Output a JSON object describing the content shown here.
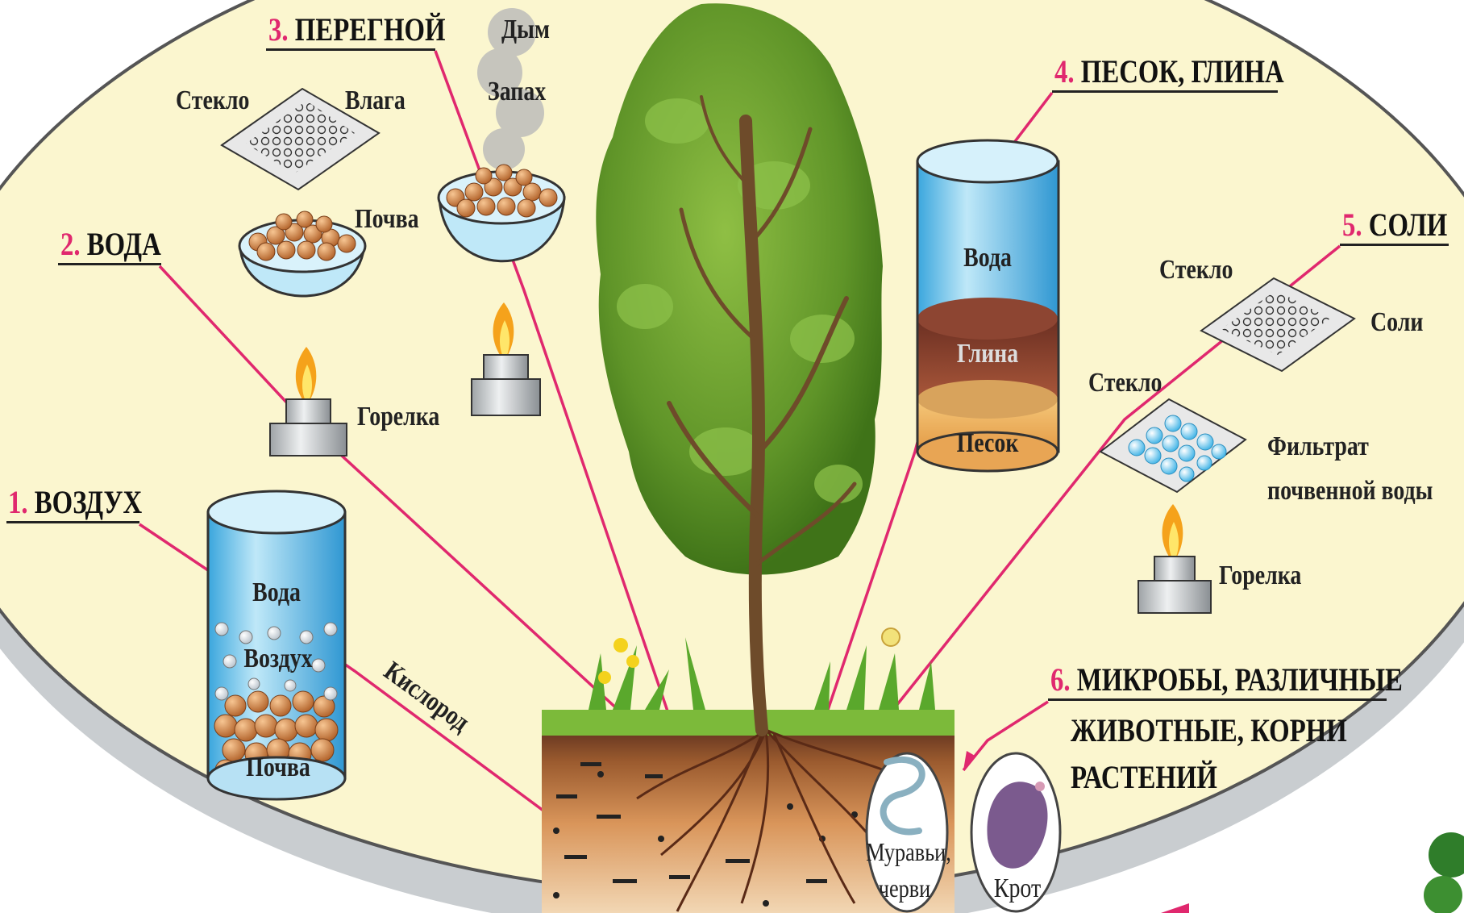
{
  "headings": {
    "air": {
      "num": "1.",
      "text": "ВОЗДУХ"
    },
    "water": {
      "num": "2.",
      "text": "ВОДА"
    },
    "humus": {
      "num": "3.",
      "text": "ПЕРЕГНОЙ"
    },
    "sand_clay": {
      "num": "4.",
      "text": "ПЕСОК, ГЛИНА"
    },
    "salts": {
      "num": "5.",
      "text": "СОЛИ"
    },
    "microbes": {
      "num": "6.",
      "text": "МИКРОБЫ, РАЗЛИЧНЫЕ",
      "line2": "ЖИВОТНЫЕ, КОРНИ",
      "line3": "РАСТЕНИЙ"
    }
  },
  "air_experiment": {
    "water": "Вода",
    "air": "Воздух",
    "soil": "Почва",
    "oxygen": "Кислород"
  },
  "water_experiment": {
    "glass": "Стекло",
    "moisture": "Влага",
    "burner": "Горелка"
  },
  "humus_experiment": {
    "smoke": "Дым",
    "smell": "Запах",
    "soil": "Почва"
  },
  "sand_clay_experiment": {
    "water": "Вода",
    "clay": "Глина",
    "sand": "Песок"
  },
  "salts_experiment": {
    "glass_top": "Стекло",
    "salts": "Соли",
    "glass_bottom": "Стекло",
    "filtrate_line1": "Фильтрат",
    "filtrate_line2": "почвенной воды",
    "burner": "Горелка"
  },
  "soil_life": {
    "ants_line1": "Муравьи,",
    "ants_line2": "черви",
    "mole": "Крот"
  },
  "colors": {
    "accent": "#e0286e",
    "background": "#fbf6cf",
    "water": "#6cc7ee",
    "leaf": "#6e9e2e",
    "soil": "#c98a50"
  }
}
